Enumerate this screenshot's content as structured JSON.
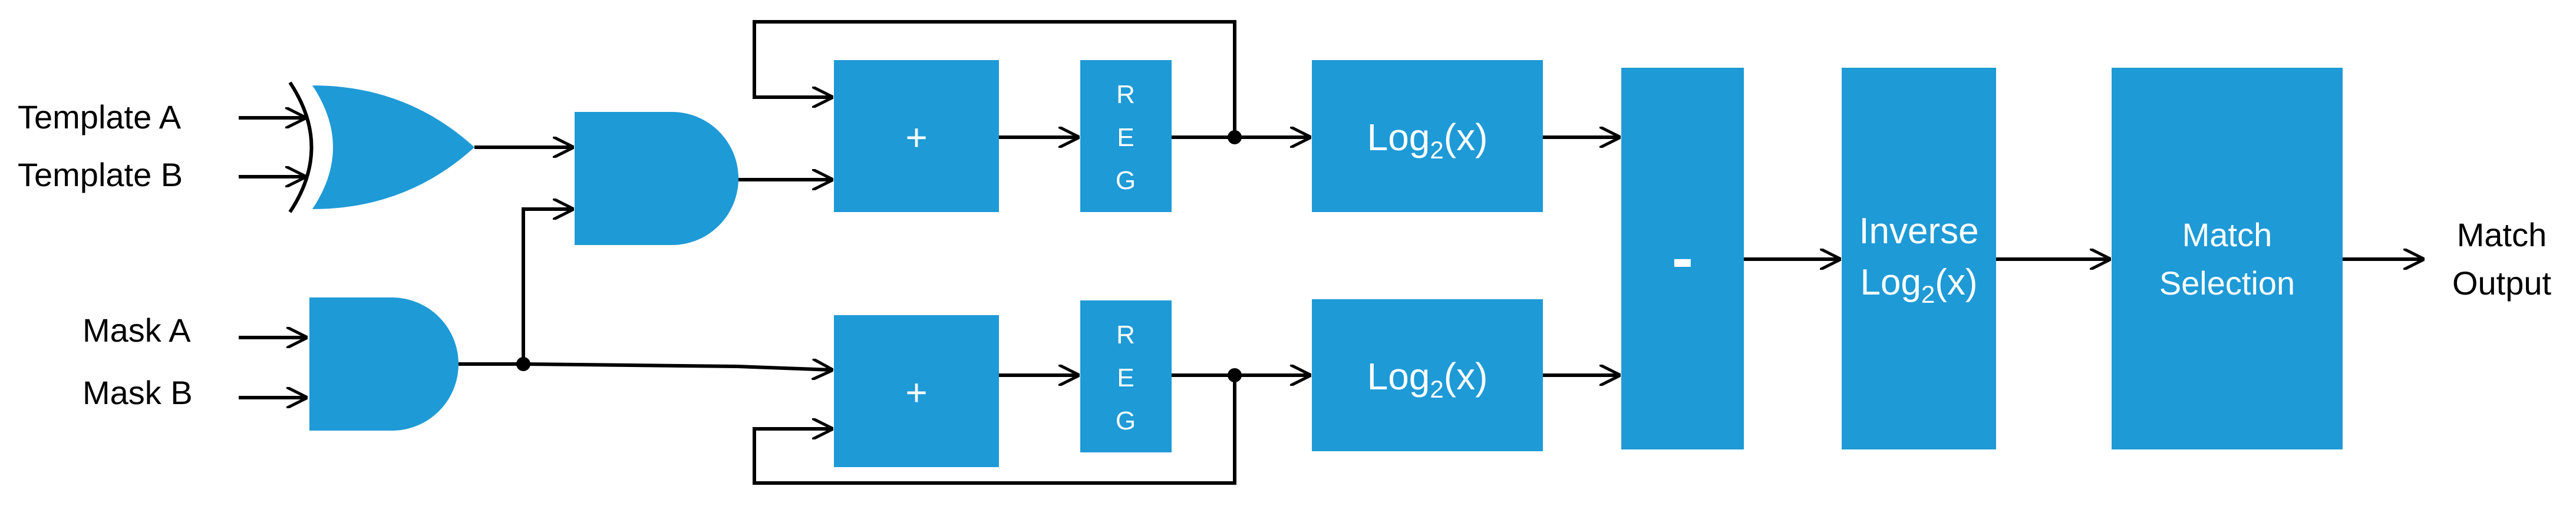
{
  "inputs": {
    "template_a": "Template A",
    "template_b": "Template B",
    "mask_a": "Mask A",
    "mask_b": "Mask B"
  },
  "blocks": {
    "adder_top": "+",
    "adder_bottom": "+",
    "reg_letters": [
      "R",
      "E",
      "G"
    ],
    "log_base": "Log",
    "log_sub": "2",
    "log_arg": "(x)",
    "subtract": "-",
    "inverse_line1": "Inverse",
    "match_sel_line1": "Match",
    "match_sel_line2": "Selection"
  },
  "output": {
    "line1": "Match",
    "line2": "Output"
  },
  "colors": {
    "block_fill": "#1e9ad6",
    "wire": "#000000",
    "label": "#000000",
    "block_text": "#ffffff"
  }
}
